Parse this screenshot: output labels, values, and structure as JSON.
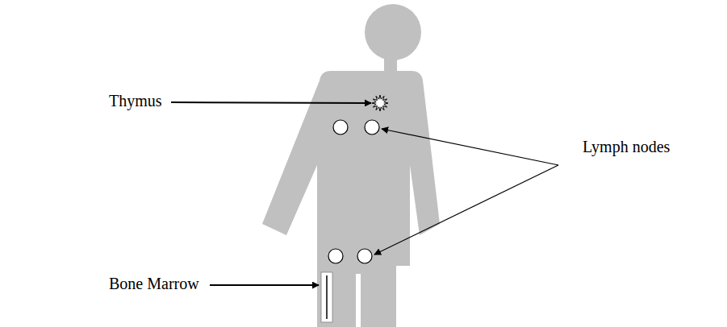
{
  "diagram": {
    "labels": [
      "Thymus",
      "Lymph nodes",
      "Bone Marrow"
    ]
  }
}
